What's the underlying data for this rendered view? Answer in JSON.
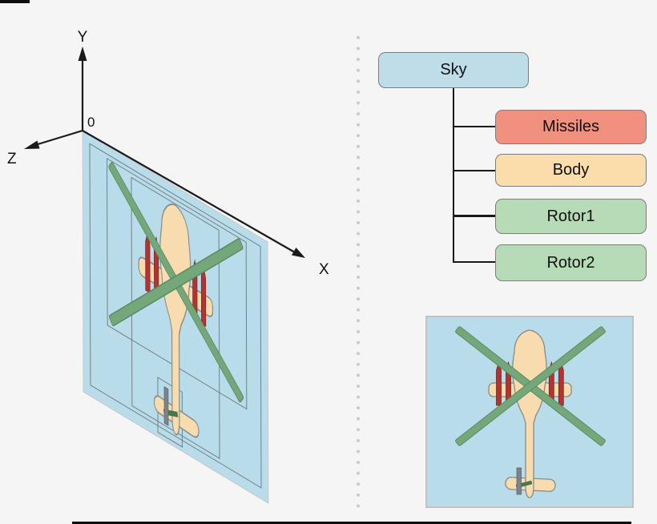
{
  "scene": {
    "axis_labels": {
      "y": "Y",
      "z": "Z",
      "x": "X",
      "origin": "0"
    }
  },
  "tree": {
    "root": {
      "label": "Sky",
      "color": "#bedde9"
    },
    "children": [
      {
        "label": "Missiles",
        "color": "#f0907e"
      },
      {
        "label": "Body",
        "color": "#fbdcab"
      },
      {
        "label": "Rotor1",
        "color": "#b7dab7"
      },
      {
        "label": "Rotor2",
        "color": "#b7dab7"
      }
    ]
  },
  "colors": {
    "background": "#f5f5f5",
    "plane_fill": "#b9dcea",
    "heli_body": "#f8dcb0",
    "rotor_green": "#74a87b",
    "missile_red": "#b23431",
    "tail_rotor_gray": "#7b848b",
    "connector": "#1a1a1a",
    "node_border": "#7d7d7d",
    "divider_dot": "#c8c8c8"
  }
}
